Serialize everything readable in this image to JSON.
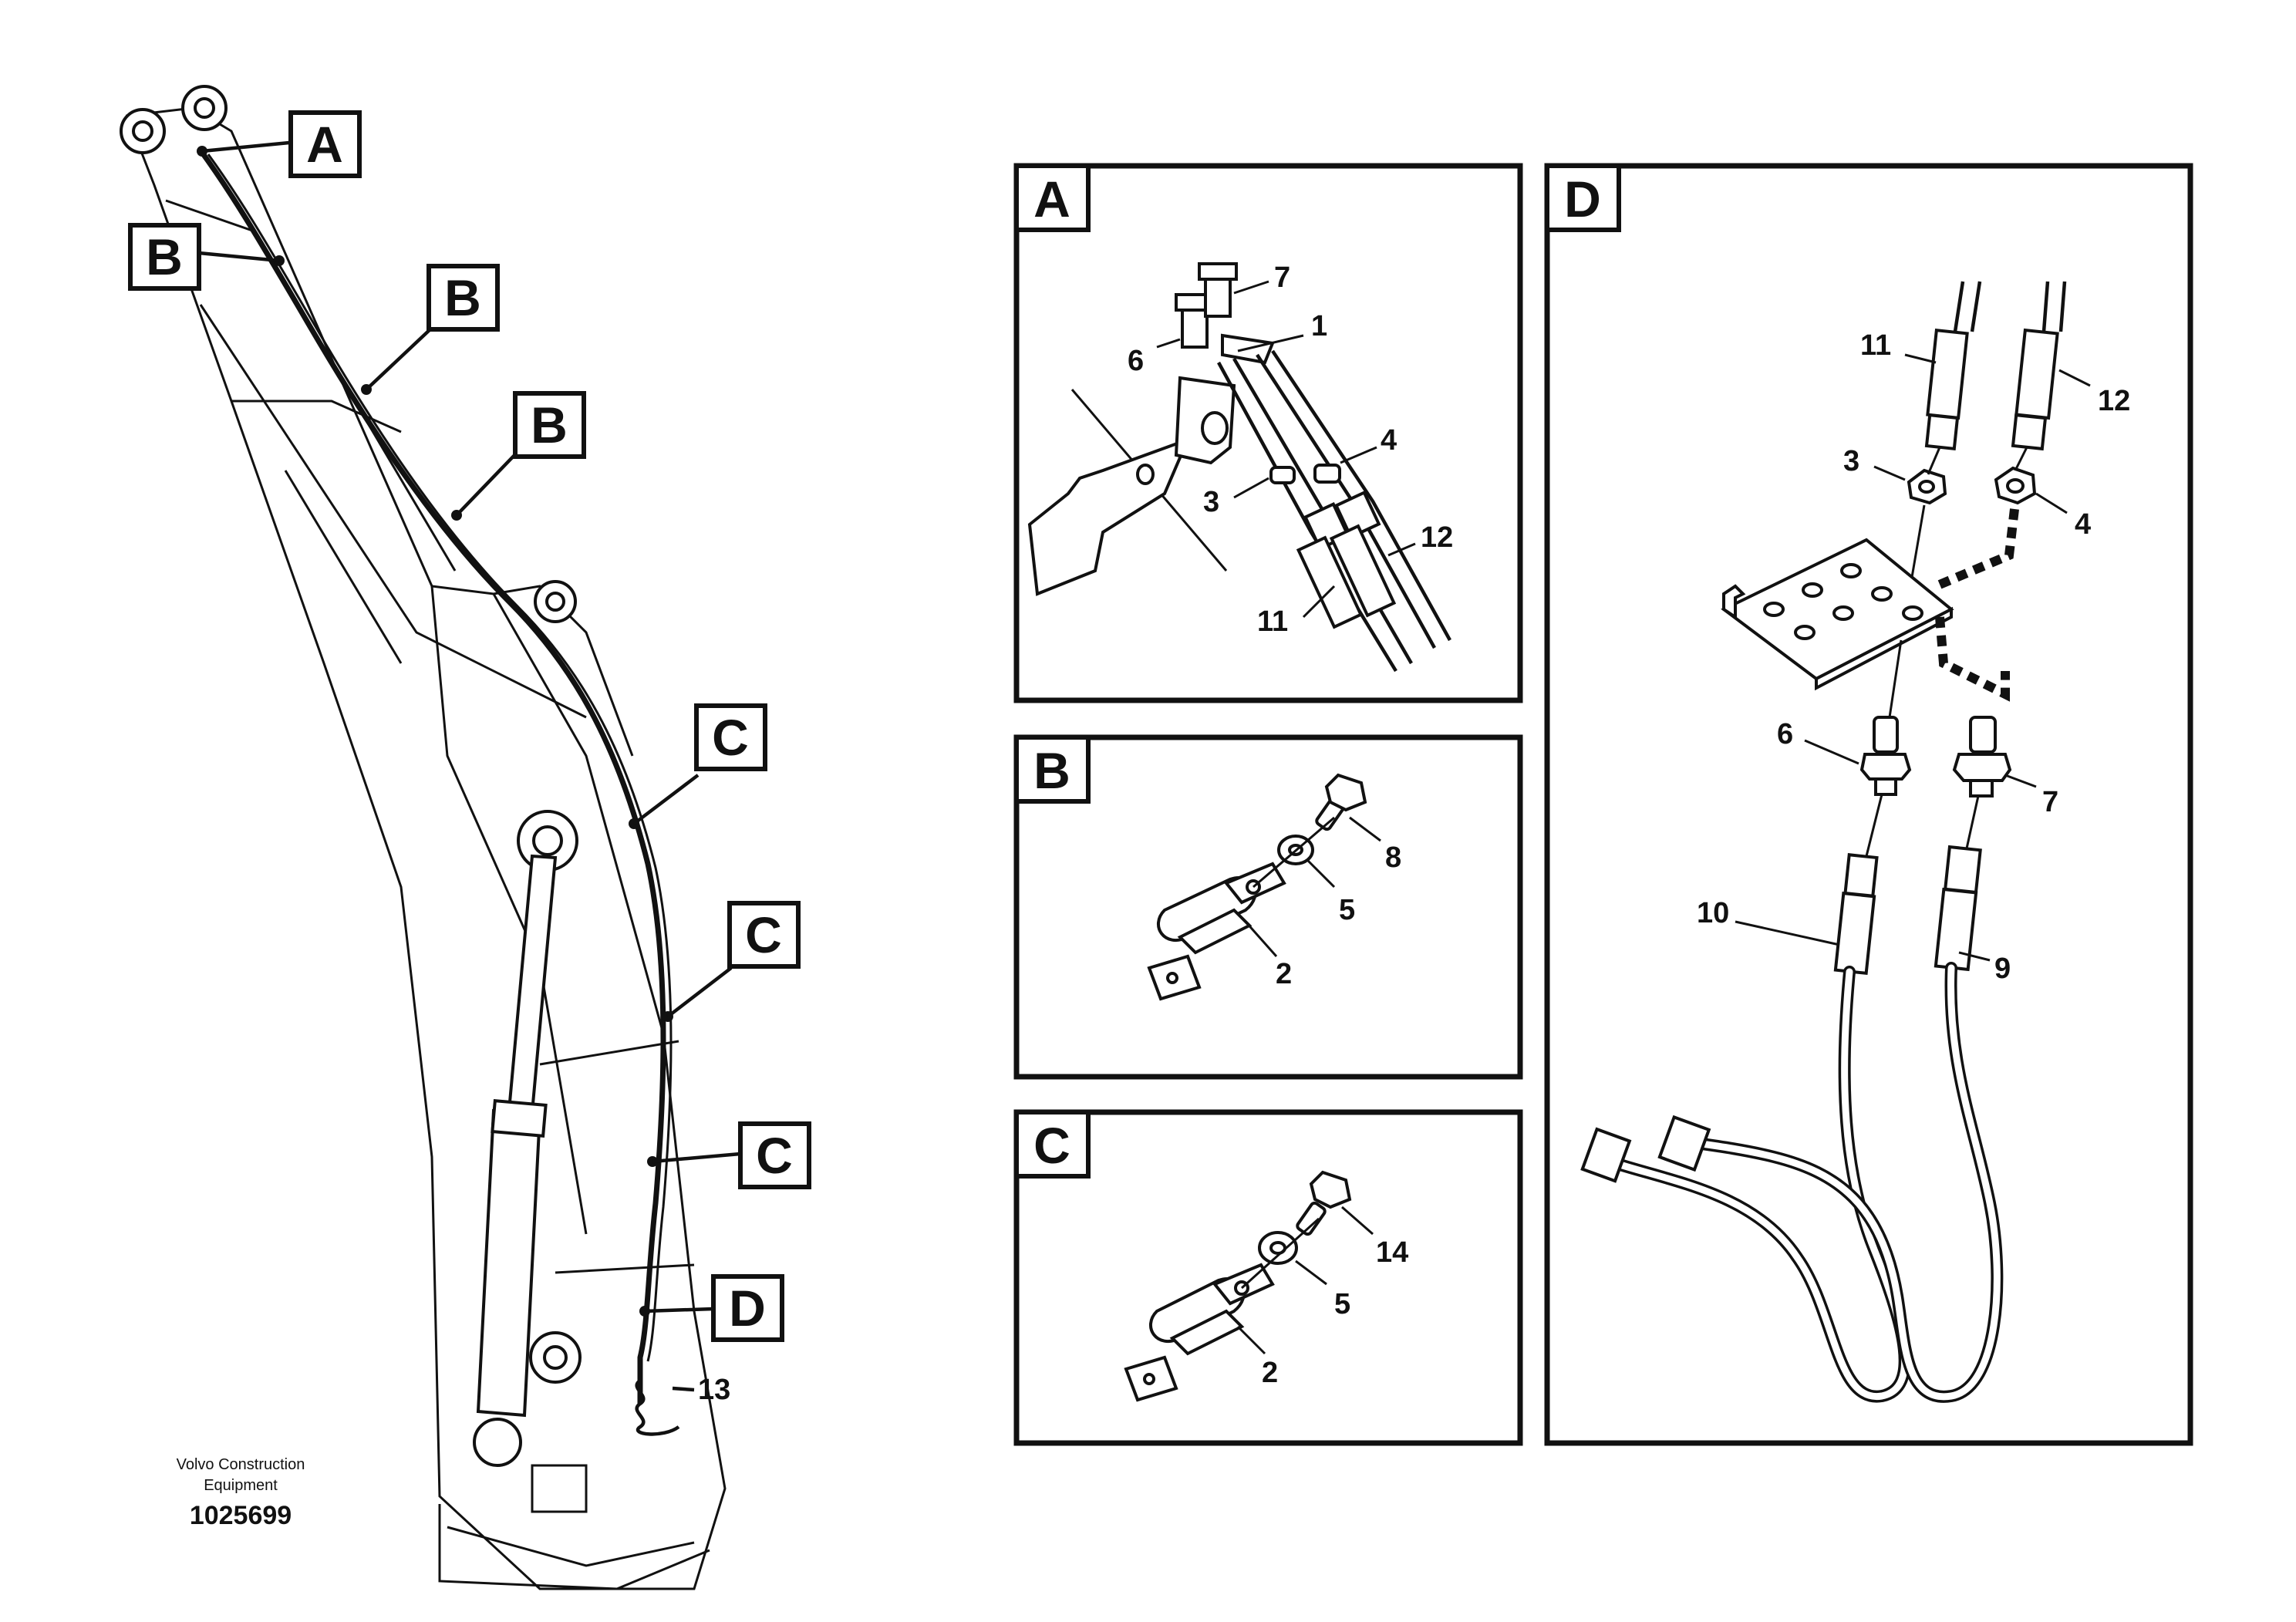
{
  "footer": {
    "company_line1": "Volvo Construction",
    "company_line2": "Equipment",
    "drawing_number": "1025699"
  },
  "overview": {
    "callouts": [
      "A",
      "B",
      "B",
      "B",
      "C",
      "C",
      "C",
      "D"
    ],
    "item_13": "13"
  },
  "panel_a": {
    "letter": "A",
    "labels": {
      "p7": "7",
      "p1": "1",
      "p6": "6",
      "p4": "4",
      "p3": "3",
      "p12": "12",
      "p11": "11"
    }
  },
  "panel_b": {
    "letter": "B",
    "labels": {
      "p8": "8",
      "p5": "5",
      "p2": "2"
    }
  },
  "panel_c": {
    "letter": "C",
    "labels": {
      "p14": "14",
      "p5": "5",
      "p2": "2"
    }
  },
  "panel_d": {
    "letter": "D",
    "labels": {
      "p11": "11",
      "p12": "12",
      "p3": "3",
      "p4": "4",
      "p6": "6",
      "p7": "7",
      "p10": "10",
      "p9": "9"
    }
  }
}
